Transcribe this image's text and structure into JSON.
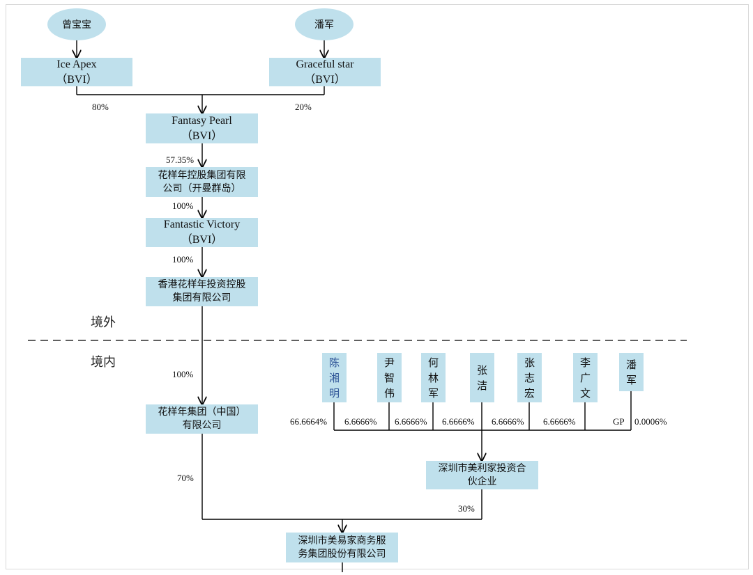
{
  "colors": {
    "box_fill": "#bfe0ec",
    "line": "#000000",
    "highlight_text": "#2f5597"
  },
  "owners": {
    "zeng": "曾宝宝",
    "pan": "潘军"
  },
  "nodes": {
    "ice_apex": [
      "Ice Apex",
      "（BVI）"
    ],
    "graceful_star": [
      "Graceful star",
      "（BVI）"
    ],
    "fantasy_pearl": [
      "Fantasy Pearl",
      "（BVI）"
    ],
    "huayang_cayman": [
      "花样年控股集团有限",
      "公司（开曼群岛）"
    ],
    "fantastic_victory": [
      "Fantastic Victory",
      "（BVI）"
    ],
    "hk_huayang": [
      "香港花样年投资控股",
      "集团有限公司"
    ],
    "huayang_china": [
      "花样年集团（中国）",
      "有限公司"
    ],
    "meili_partnership": [
      "深圳市美利家投资合",
      "伙企业"
    ],
    "meiyijia": [
      "深圳市美易家商务服",
      "务集团股份有限公司"
    ]
  },
  "partners": [
    {
      "name": [
        "陈",
        "湘",
        "明"
      ],
      "pct": "66.6664%"
    },
    {
      "name": [
        "尹",
        "智",
        "伟"
      ],
      "pct": "6.6666%"
    },
    {
      "name": [
        "何",
        "林",
        "军"
      ],
      "pct": "6.6666%"
    },
    {
      "name": [
        "张",
        "洁"
      ],
      "pct": "6.6666%"
    },
    {
      "name": [
        "张",
        "志",
        "宏"
      ],
      "pct": "6.6666%"
    },
    {
      "name": [
        "李",
        "广",
        "文"
      ],
      "pct": "6.6666%"
    },
    {
      "name": [
        "潘",
        "军"
      ],
      "pct": "0.0006%",
      "label": "GP"
    }
  ],
  "percentages": {
    "ice_apex_to_pearl": "80%",
    "graceful_to_pearl": "20%",
    "pearl_to_cayman": "57.35%",
    "cayman_to_victory": "100%",
    "victory_to_hk": "100%",
    "hk_to_china": "100%",
    "china_to_meiyijia": "70%",
    "meili_to_meiyijia": "30%"
  },
  "zones": {
    "offshore": "境外",
    "onshore": "境内"
  }
}
